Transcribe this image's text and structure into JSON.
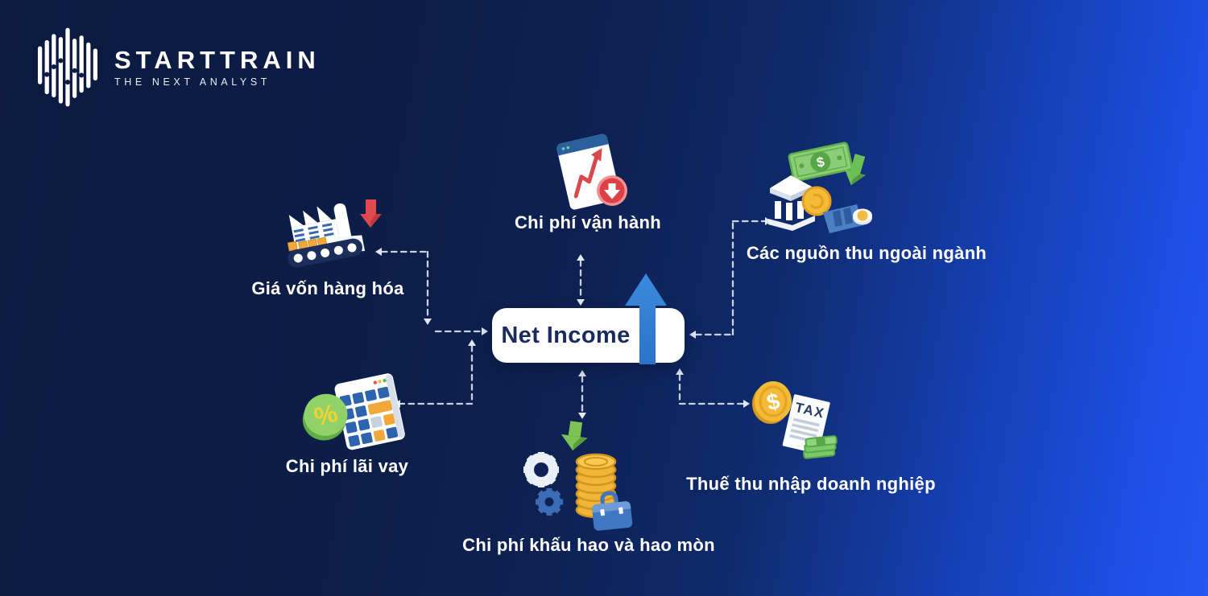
{
  "logo": {
    "brand": "STARTTRAIN",
    "tagline": "THE NEXT ANALYST"
  },
  "center_node": {
    "label": "Net Income"
  },
  "nodes": [
    {
      "id": "operating-costs",
      "label": "Chi phí vận hành",
      "icon": "declining-chart-icon"
    },
    {
      "id": "non-operating-revenue",
      "label": "Các nguồn thu ngoài ngành",
      "icon": "bank-revenue-icon"
    },
    {
      "id": "cost-of-goods",
      "label": "Giá vốn hàng hóa",
      "icon": "factory-icon"
    },
    {
      "id": "interest-expense",
      "label": "Chi phí lãi vay",
      "icon": "calculator-percent-icon"
    },
    {
      "id": "depreciation-amortization",
      "label": "Chi phí khấu hao và hao mòn",
      "icon": "gears-coins-icon"
    },
    {
      "id": "corporate-income-tax",
      "label": "Thuế thu nhập doanh nghiệp",
      "icon": "tax-document-icon"
    }
  ],
  "colors": {
    "background_left": "#0b1a3e",
    "background_right": "#2356f2",
    "net_income_arrow_blue": "#2c80d4",
    "node_box_white": "#ffffff",
    "net_income_text": "#1a2b5e",
    "label_text": "#ffffff",
    "negative_red": "#e0494e",
    "positive_green": "#7cc254",
    "gold": "#f3b537",
    "connector_dash": "#e3e9f4"
  }
}
